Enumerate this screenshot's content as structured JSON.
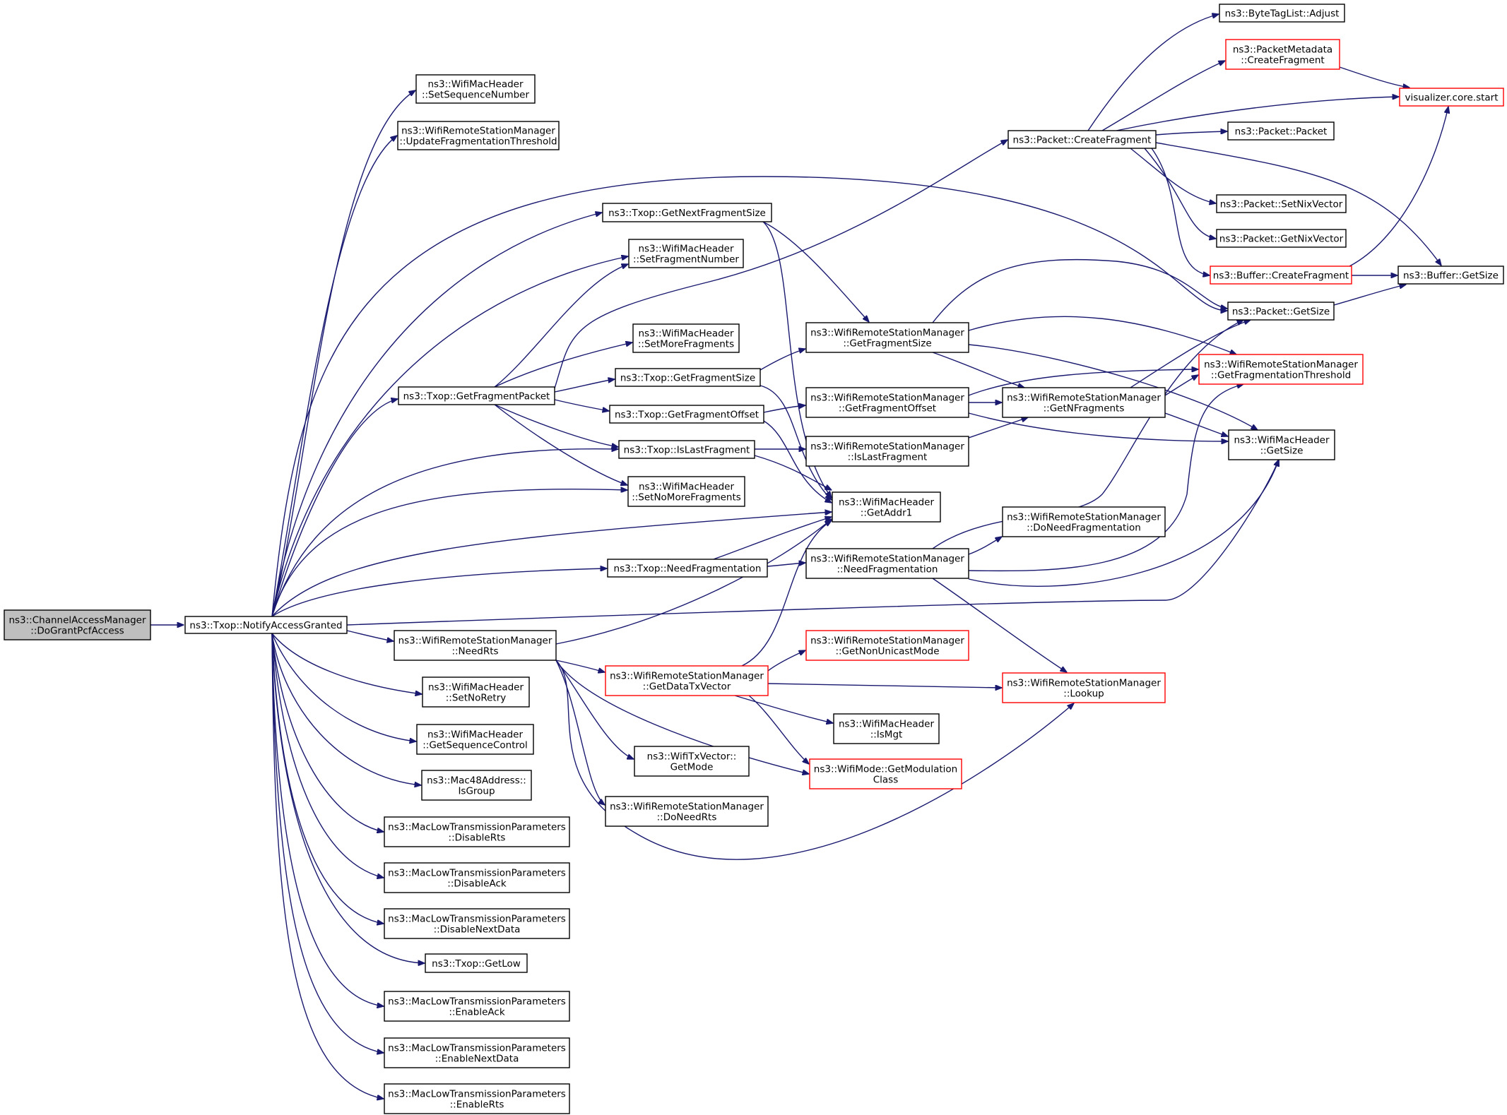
{
  "graph": {
    "title": "",
    "nodes": [
      {
        "id": "root",
        "lines": [
          "ns3::ChannelAccessManager",
          "::DoGrantPcfAccess"
        ],
        "style": "root"
      },
      {
        "id": "notify",
        "lines": [
          "ns3::Txop::NotifyAccessGranted"
        ],
        "style": "normal"
      },
      {
        "id": "setseq",
        "lines": [
          "ns3::WifiMacHeader",
          "::SetSequenceNumber"
        ],
        "style": "normal"
      },
      {
        "id": "updfrag",
        "lines": [
          "ns3::WifiRemoteStationManager",
          "::UpdateFragmentationThreshold"
        ],
        "style": "normal"
      },
      {
        "id": "getnextfrag",
        "lines": [
          "ns3::Txop::GetNextFragmentSize"
        ],
        "style": "normal"
      },
      {
        "id": "setfragnum",
        "lines": [
          "ns3::WifiMacHeader",
          "::SetFragmentNumber"
        ],
        "style": "normal"
      },
      {
        "id": "setmorefrag",
        "lines": [
          "ns3::WifiMacHeader",
          "::SetMoreFragments"
        ],
        "style": "normal"
      },
      {
        "id": "getfragpkt",
        "lines": [
          "ns3::Txop::GetFragmentPacket"
        ],
        "style": "normal"
      },
      {
        "id": "txgetfragsize",
        "lines": [
          "ns3::Txop::GetFragmentSize"
        ],
        "style": "normal"
      },
      {
        "id": "txgetfragoff",
        "lines": [
          "ns3::Txop::GetFragmentOffset"
        ],
        "style": "normal"
      },
      {
        "id": "txislast",
        "lines": [
          "ns3::Txop::IsLastFragment"
        ],
        "style": "normal"
      },
      {
        "id": "setnomore",
        "lines": [
          "ns3::WifiMacHeader",
          "::SetNoMoreFragments"
        ],
        "style": "normal"
      },
      {
        "id": "getaddr1",
        "lines": [
          "ns3::WifiMacHeader",
          "::GetAddr1"
        ],
        "style": "normal"
      },
      {
        "id": "txneedfrag",
        "lines": [
          "ns3::Txop::NeedFragmentation"
        ],
        "style": "normal"
      },
      {
        "id": "needrts",
        "lines": [
          "ns3::WifiRemoteStationManager",
          "::NeedRts"
        ],
        "style": "normal"
      },
      {
        "id": "setnoretry",
        "lines": [
          "ns3::WifiMacHeader",
          "::SetNoRetry"
        ],
        "style": "normal"
      },
      {
        "id": "getseqctl",
        "lines": [
          "ns3::WifiMacHeader",
          "::GetSequenceControl"
        ],
        "style": "normal"
      },
      {
        "id": "isgroup",
        "lines": [
          "ns3::Mac48Address::",
          "IsGroup"
        ],
        "style": "normal"
      },
      {
        "id": "disrts",
        "lines": [
          "ns3::MacLowTransmissionParameters",
          "::DisableRts"
        ],
        "style": "normal"
      },
      {
        "id": "disack",
        "lines": [
          "ns3::MacLowTransmissionParameters",
          "::DisableAck"
        ],
        "style": "normal"
      },
      {
        "id": "disnext",
        "lines": [
          "ns3::MacLowTransmissionParameters",
          "::DisableNextData"
        ],
        "style": "normal"
      },
      {
        "id": "getlow",
        "lines": [
          "ns3::Txop::GetLow"
        ],
        "style": "normal"
      },
      {
        "id": "enack",
        "lines": [
          "ns3::MacLowTransmissionParameters",
          "::EnableAck"
        ],
        "style": "normal"
      },
      {
        "id": "ennext",
        "lines": [
          "ns3::MacLowTransmissionParameters",
          "::EnableNextData"
        ],
        "style": "normal"
      },
      {
        "id": "enrts",
        "lines": [
          "ns3::MacLowTransmissionParameters",
          "::EnableRts"
        ],
        "style": "normal"
      },
      {
        "id": "getdatatx",
        "lines": [
          "ns3::WifiRemoteStationManager",
          "::GetDataTxVector"
        ],
        "style": "red"
      },
      {
        "id": "txvecmode",
        "lines": [
          "ns3::WifiTxVector::",
          "GetMode"
        ],
        "style": "normal"
      },
      {
        "id": "doneedrts",
        "lines": [
          "ns3::WifiRemoteStationManager",
          "::DoNeedRts"
        ],
        "style": "normal"
      },
      {
        "id": "wrsmgetfragsize",
        "lines": [
          "ns3::WifiRemoteStationManager",
          "::GetFragmentSize"
        ],
        "style": "normal"
      },
      {
        "id": "wrsmgetfragoff",
        "lines": [
          "ns3::WifiRemoteStationManager",
          "::GetFragmentOffset"
        ],
        "style": "normal"
      },
      {
        "id": "wrsmislast",
        "lines": [
          "ns3::WifiRemoteStationManager",
          "::IsLastFragment"
        ],
        "style": "normal"
      },
      {
        "id": "wrsmneedfrag",
        "lines": [
          "ns3::WifiRemoteStationManager",
          "::NeedFragmentation"
        ],
        "style": "normal"
      },
      {
        "id": "getnonuni",
        "lines": [
          "ns3::WifiRemoteStationManager",
          "::GetNonUnicastMode"
        ],
        "style": "red"
      },
      {
        "id": "ismgt",
        "lines": [
          "ns3::WifiMacHeader",
          "::IsMgt"
        ],
        "style": "normal"
      },
      {
        "id": "getmodclass",
        "lines": [
          "ns3::WifiMode::GetModulation",
          "Class"
        ],
        "style": "red"
      },
      {
        "id": "pktcreatefrag",
        "lines": [
          "ns3::Packet::CreateFragment"
        ],
        "style": "normal"
      },
      {
        "id": "getnfrag",
        "lines": [
          "ns3::WifiRemoteStationManager",
          "::GetNFragments"
        ],
        "style": "normal"
      },
      {
        "id": "doneedfrag",
        "lines": [
          "ns3::WifiRemoteStationManager",
          "::DoNeedFragmentation"
        ],
        "style": "normal"
      },
      {
        "id": "lookup",
        "lines": [
          "ns3::WifiRemoteStationManager",
          "::Lookup"
        ],
        "style": "red"
      },
      {
        "id": "bytetag",
        "lines": [
          "ns3::ByteTagList::Adjust"
        ],
        "style": "normal"
      },
      {
        "id": "pmcreatefrag",
        "lines": [
          "ns3::PacketMetadata",
          "::CreateFragment"
        ],
        "style": "red"
      },
      {
        "id": "pktpkt",
        "lines": [
          "ns3::Packet::Packet"
        ],
        "style": "normal"
      },
      {
        "id": "setnix",
        "lines": [
          "ns3::Packet::SetNixVector"
        ],
        "style": "normal"
      },
      {
        "id": "getnix",
        "lines": [
          "ns3::Packet::GetNixVector"
        ],
        "style": "normal"
      },
      {
        "id": "bufcreatefrag",
        "lines": [
          "ns3::Buffer::CreateFragment"
        ],
        "style": "red"
      },
      {
        "id": "pktgetsize",
        "lines": [
          "ns3::Packet::GetSize"
        ],
        "style": "normal"
      },
      {
        "id": "getfragthr",
        "lines": [
          "ns3::WifiRemoteStationManager",
          "::GetFragmentationThreshold"
        ],
        "style": "red"
      },
      {
        "id": "macgetsize",
        "lines": [
          "ns3::WifiMacHeader",
          "::GetSize"
        ],
        "style": "normal"
      },
      {
        "id": "vizstart",
        "lines": [
          "visualizer.core.start"
        ],
        "style": "red"
      },
      {
        "id": "bufgetsize",
        "lines": [
          "ns3::Buffer::GetSize"
        ],
        "style": "normal"
      }
    ],
    "edges": [
      [
        "root",
        "notify"
      ],
      [
        "notify",
        "setseq"
      ],
      [
        "notify",
        "updfrag"
      ],
      [
        "notify",
        "getnextfrag"
      ],
      [
        "notify",
        "setfragnum"
      ],
      [
        "notify",
        "pktgetsize"
      ],
      [
        "notify",
        "getfragpkt"
      ],
      [
        "notify",
        "txislast"
      ],
      [
        "notify",
        "setnomore"
      ],
      [
        "notify",
        "getaddr1"
      ],
      [
        "notify",
        "txneedfrag"
      ],
      [
        "notify",
        "macgetsize"
      ],
      [
        "notify",
        "needrts"
      ],
      [
        "notify",
        "setnoretry"
      ],
      [
        "notify",
        "getseqctl"
      ],
      [
        "notify",
        "isgroup"
      ],
      [
        "notify",
        "disrts"
      ],
      [
        "notify",
        "disack"
      ],
      [
        "notify",
        "disnext"
      ],
      [
        "notify",
        "getlow"
      ],
      [
        "notify",
        "enack"
      ],
      [
        "notify",
        "ennext"
      ],
      [
        "notify",
        "enrts"
      ],
      [
        "getfragpkt",
        "pktcreatefrag"
      ],
      [
        "getfragpkt",
        "setfragnum"
      ],
      [
        "getfragpkt",
        "setmorefrag"
      ],
      [
        "getfragpkt",
        "txgetfragsize"
      ],
      [
        "getfragpkt",
        "txgetfragoff"
      ],
      [
        "getfragpkt",
        "txislast"
      ],
      [
        "getfragpkt",
        "setnomore"
      ],
      [
        "getnextfrag",
        "wrsmgetfragsize"
      ],
      [
        "getnextfrag",
        "getaddr1"
      ],
      [
        "txgetfragsize",
        "wrsmgetfragsize"
      ],
      [
        "txgetfragsize",
        "getaddr1"
      ],
      [
        "txgetfragoff",
        "wrsmgetfragoff"
      ],
      [
        "txgetfragoff",
        "getaddr1"
      ],
      [
        "txislast",
        "wrsmislast"
      ],
      [
        "txislast",
        "getaddr1"
      ],
      [
        "txneedfrag",
        "wrsmneedfrag"
      ],
      [
        "txneedfrag",
        "getaddr1"
      ],
      [
        "needrts",
        "getaddr1"
      ],
      [
        "needrts",
        "getdatatx"
      ],
      [
        "needrts",
        "txvecmode"
      ],
      [
        "needrts",
        "doneedrts"
      ],
      [
        "needrts",
        "getmodclass"
      ],
      [
        "needrts",
        "lookup"
      ],
      [
        "getdatatx",
        "getaddr1"
      ],
      [
        "getdatatx",
        "getnonuni"
      ],
      [
        "getdatatx",
        "lookup"
      ],
      [
        "getdatatx",
        "ismgt"
      ],
      [
        "getdatatx",
        "getmodclass"
      ],
      [
        "wrsmgetfragsize",
        "pktgetsize"
      ],
      [
        "wrsmgetfragsize",
        "getfragthr"
      ],
      [
        "wrsmgetfragsize",
        "macgetsize"
      ],
      [
        "wrsmgetfragsize",
        "getnfrag"
      ],
      [
        "wrsmgetfragoff",
        "getnfrag"
      ],
      [
        "wrsmgetfragoff",
        "getfragthr"
      ],
      [
        "wrsmgetfragoff",
        "macgetsize"
      ],
      [
        "wrsmislast",
        "getnfrag"
      ],
      [
        "wrsmneedfrag",
        "pktgetsize"
      ],
      [
        "wrsmneedfrag",
        "doneedfrag"
      ],
      [
        "wrsmneedfrag",
        "getfragthr"
      ],
      [
        "wrsmneedfrag",
        "macgetsize"
      ],
      [
        "wrsmneedfrag",
        "lookup"
      ],
      [
        "getnfrag",
        "pktgetsize"
      ],
      [
        "getnfrag",
        "getfragthr"
      ],
      [
        "getnfrag",
        "macgetsize"
      ],
      [
        "pktcreatefrag",
        "bytetag"
      ],
      [
        "pktcreatefrag",
        "pmcreatefrag"
      ],
      [
        "pktcreatefrag",
        "vizstart"
      ],
      [
        "pktcreatefrag",
        "pktpkt"
      ],
      [
        "pktcreatefrag",
        "setnix"
      ],
      [
        "pktcreatefrag",
        "getnix"
      ],
      [
        "pktcreatefrag",
        "bufcreatefrag"
      ],
      [
        "pktcreatefrag",
        "bufgetsize"
      ],
      [
        "pmcreatefrag",
        "vizstart"
      ],
      [
        "bufcreatefrag",
        "vizstart"
      ],
      [
        "bufcreatefrag",
        "bufgetsize"
      ],
      [
        "pktgetsize",
        "bufgetsize"
      ]
    ]
  }
}
